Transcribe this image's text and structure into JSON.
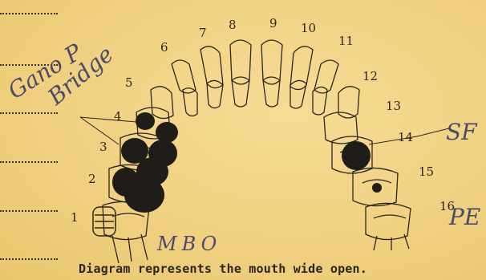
{
  "tooth_numbers": [
    "1",
    "2",
    "3",
    "4",
    "5",
    "6",
    "7",
    "8",
    "9",
    "10",
    "11",
    "12",
    "13",
    "14",
    "15",
    "16"
  ],
  "handwriting": {
    "left_note_line1": "Gano P",
    "left_note_line2": "Bridge",
    "bottom_note": "MBO",
    "right_top_note": "SF",
    "right_bottom_note": "PE"
  },
  "caption": "Diagram represents the mouth wide open.",
  "colors": {
    "paper": "#f2d58a",
    "ink": "#2b2620",
    "pencil": "#4a4a6a",
    "filling": "#1f1c1a"
  }
}
